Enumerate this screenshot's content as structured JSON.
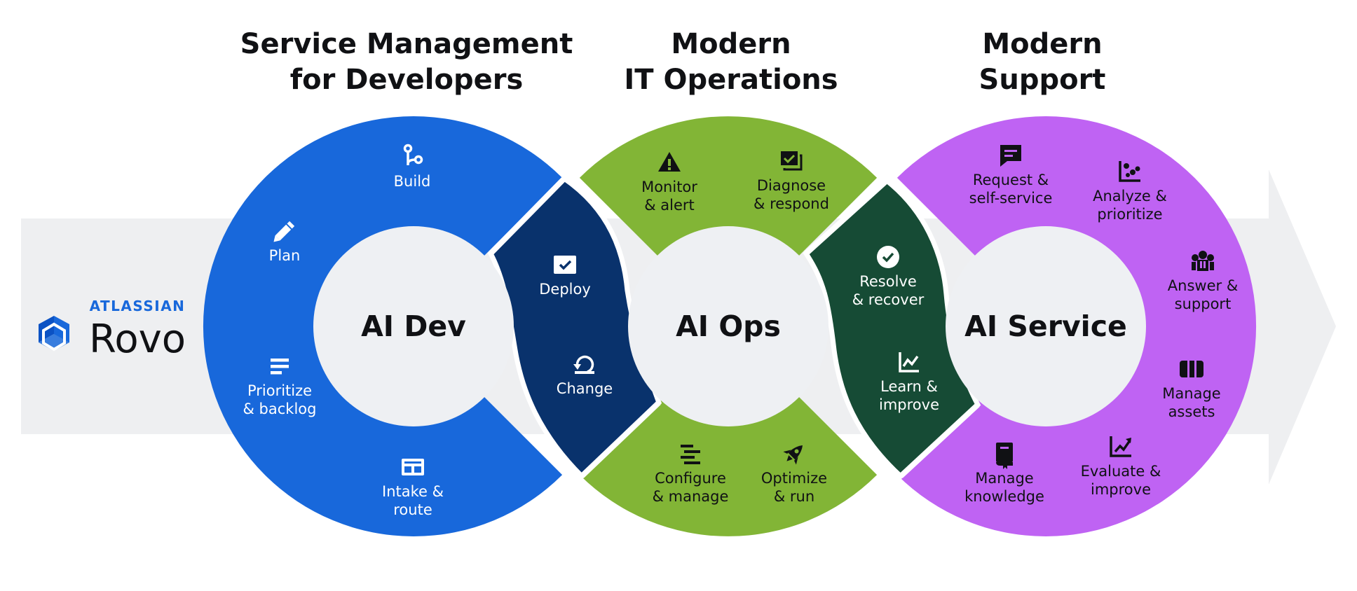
{
  "brand": {
    "company": "ATLASSIAN",
    "product": "Rovo",
    "accent": "#1868DB"
  },
  "colors": {
    "dev_primary": "#1868DB",
    "dev_dark": "#09326C",
    "ops_primary": "#82B536",
    "ops_dark": "#164B35",
    "service_primary": "#BF63F3",
    "hub": "#EEF0F3",
    "arrow": "#EEEFF1"
  },
  "sections": [
    {
      "heading": [
        "Service Management",
        "for Developers"
      ],
      "hub": "AI Dev"
    },
    {
      "heading": [
        "Modern",
        "IT Operations"
      ],
      "hub": "AI Ops"
    },
    {
      "heading": [
        "Modern",
        "Support"
      ],
      "hub": "AI Service"
    }
  ],
  "steps": {
    "build": {
      "lines": [
        "Build"
      ],
      "icon": "branch-icon"
    },
    "plan": {
      "lines": [
        "Plan"
      ],
      "icon": "pencil-icon"
    },
    "prioritize": {
      "lines": [
        "Prioritize",
        "& backlog"
      ],
      "icon": "list-icon"
    },
    "intake": {
      "lines": [
        "Intake &",
        "route"
      ],
      "icon": "form-icon"
    },
    "deploy": {
      "lines": [
        "Deploy"
      ],
      "icon": "check-box-icon"
    },
    "change": {
      "lines": [
        "Change"
      ],
      "icon": "refresh-icon"
    },
    "monitor": {
      "lines": [
        "Monitor",
        "& alert"
      ],
      "icon": "warning-icon"
    },
    "diagnose": {
      "lines": [
        "Diagnose",
        "& respond"
      ],
      "icon": "checklist-icon"
    },
    "configure": {
      "lines": [
        "Configure",
        "& manage"
      ],
      "icon": "align-icon"
    },
    "optimize": {
      "lines": [
        "Optimize",
        "& run"
      ],
      "icon": "rocket-icon"
    },
    "resolve": {
      "lines": [
        "Resolve",
        "& recover"
      ],
      "icon": "check-circle-icon"
    },
    "learn": {
      "lines": [
        "Learn &",
        "improve"
      ],
      "icon": "line-chart-icon"
    },
    "request": {
      "lines": [
        "Request &",
        "self-service"
      ],
      "icon": "chat-icon"
    },
    "analyze": {
      "lines": [
        "Analyze &",
        "prioritize"
      ],
      "icon": "scatter-icon"
    },
    "answer": {
      "lines": [
        "Answer &",
        "support"
      ],
      "icon": "people-icon"
    },
    "assets": {
      "lines": [
        "Manage",
        "assets"
      ],
      "icon": "columns-icon"
    },
    "evaluate": {
      "lines": [
        "Evaluate &",
        "improve"
      ],
      "icon": "trend-icon"
    },
    "knowledge": {
      "lines": [
        "Manage",
        "knowledge"
      ],
      "icon": "book-icon"
    }
  }
}
